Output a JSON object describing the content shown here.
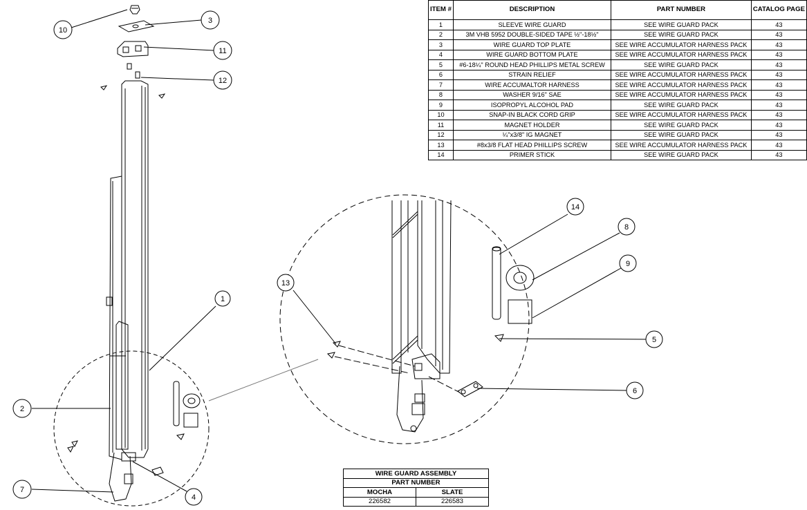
{
  "bom": {
    "headers": {
      "item": "ITEM #",
      "description": "DESCRIPTION",
      "part_number": "PART NUMBER",
      "catalog_page": "CATALOG PAGE"
    },
    "rows": [
      {
        "item": "1",
        "description": "SLEEVE WIRE GUARD",
        "part_number": "SEE WIRE GUARD PACK",
        "page": "43"
      },
      {
        "item": "2",
        "description": "3M VHB 5952 DOUBLE-SIDED TAPE ½\"-18½\"",
        "part_number": "SEE WIRE GUARD PACK",
        "page": "43"
      },
      {
        "item": "3",
        "description": "WIRE GUARD TOP PLATE",
        "part_number": "SEE WIRE ACCUMULATOR HARNESS PACK",
        "page": "43"
      },
      {
        "item": "4",
        "description": "WIRE GUARD BOTTOM PLATE",
        "part_number": "SEE WIRE ACCUMULATOR HARNESS PACK",
        "page": "43"
      },
      {
        "item": "5",
        "description": "#6-18¼\" ROUND HEAD PHILLIPS METAL SCREW",
        "part_number": "SEE WIRE GUARD PACK",
        "page": "43"
      },
      {
        "item": "6",
        "description": "STRAIN RELIEF",
        "part_number": "SEE WIRE ACCUMULATOR HARNESS PACK",
        "page": "43"
      },
      {
        "item": "7",
        "description": "WIRE ACCUMALTOR HARNESS",
        "part_number": "SEE WIRE ACCUMULATOR HARNESS PACK",
        "page": "43"
      },
      {
        "item": "8",
        "description": "WASHER 9/16\" SAE",
        "part_number": "SEE WIRE ACCUMULATOR HARNESS PACK",
        "page": "43"
      },
      {
        "item": "9",
        "description": "ISOPROPYL ALCOHOL PAD",
        "part_number": "SEE WIRE GUARD PACK",
        "page": "43"
      },
      {
        "item": "10",
        "description": "SNAP-IN BLACK CORD GRIP",
        "part_number": "SEE WIRE ACCUMULATOR HARNESS PACK",
        "page": "43"
      },
      {
        "item": "11",
        "description": "MAGNET HOLDER",
        "part_number": "SEE WIRE GUARD PACK",
        "page": "43"
      },
      {
        "item": "12",
        "description": "¼\"x3/8\" IG MAGNET",
        "part_number": "SEE WIRE GUARD PACK",
        "page": "43"
      },
      {
        "item": "13",
        "description": "#8x3/8 FLAT HEAD PHILLIPS SCREW",
        "part_number": "SEE WIRE ACCUMULATOR HARNESS PACK",
        "page": "43"
      },
      {
        "item": "14",
        "description": "PRIMER STICK",
        "part_number": "SEE WIRE GUARD PACK",
        "page": "43"
      }
    ]
  },
  "assembly": {
    "title": "WIRE GUARD ASSEMBLY",
    "subtitle": "PART NUMBER",
    "variants": [
      {
        "name": "MOCHA",
        "number": "226582"
      },
      {
        "name": "SLATE",
        "number": "226583"
      }
    ]
  },
  "callouts": [
    "1",
    "2",
    "3",
    "4",
    "5",
    "6",
    "7",
    "8",
    "9",
    "10",
    "11",
    "12",
    "13",
    "14"
  ]
}
